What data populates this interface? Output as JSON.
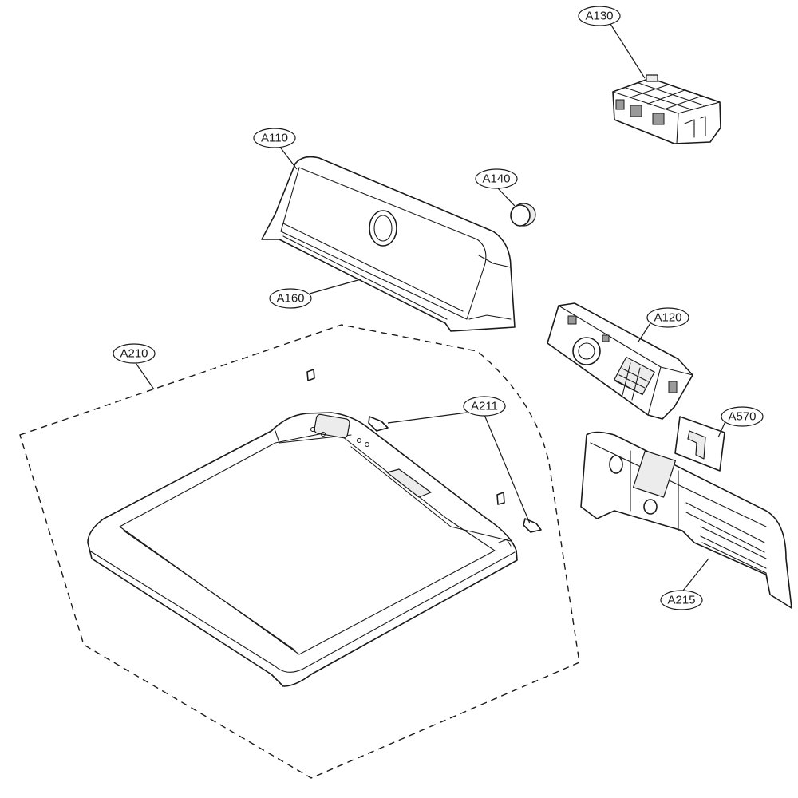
{
  "diagram": {
    "type": "exploded-parts-view",
    "colors": {
      "line": "#1a1a1a",
      "background": "#ffffff",
      "shade": "#ececec"
    },
    "callouts": [
      {
        "id": "a130",
        "label": "A130"
      },
      {
        "id": "a110",
        "label": "A110"
      },
      {
        "id": "a140",
        "label": "A140"
      },
      {
        "id": "a160",
        "label": "A160"
      },
      {
        "id": "a120",
        "label": "A120"
      },
      {
        "id": "a210",
        "label": "A210"
      },
      {
        "id": "a211",
        "label": "A211"
      },
      {
        "id": "a570",
        "label": "A570"
      },
      {
        "id": "a215",
        "label": "A215"
      }
    ]
  }
}
